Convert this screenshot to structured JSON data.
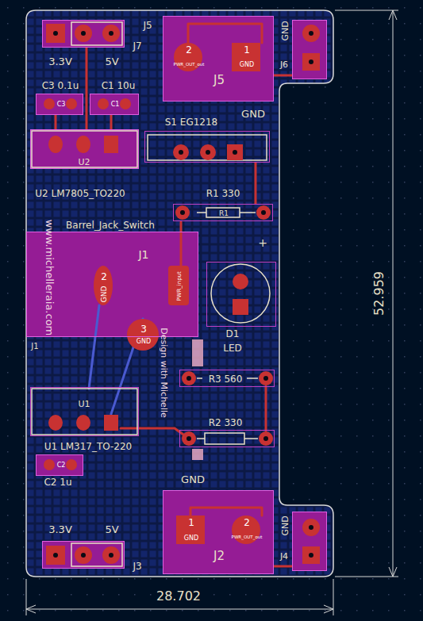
{
  "diagram": {
    "nodes": [
      {
        "text": [
          "J7",
          "3.3V",
          "5V"
        ]
      },
      {
        "text": [
          "J5",
          "2",
          "PWR_OUT_out",
          "1",
          "GND",
          "GND"
        ]
      },
      {
        "text": [
          "J6",
          "GND"
        ]
      },
      {
        "text": [
          "C3 0.1u",
          "C3"
        ]
      },
      {
        "text": [
          "C1 10u",
          "C1"
        ]
      },
      {
        "text": [
          "U2",
          "U2 LM7805_TO220"
        ]
      },
      {
        "text": [
          "S1 EG1218"
        ]
      },
      {
        "text": [
          "R1 330",
          "R1"
        ]
      },
      {
        "text": [
          "Barrel_Jack_Switch",
          "J1",
          "2",
          "GND",
          "PWR_input",
          "3",
          "GND",
          "J1"
        ]
      },
      {
        "text": [
          "+",
          "D1",
          "LED"
        ]
      },
      {
        "text": [
          "R3 560"
        ]
      },
      {
        "text": [
          "U1",
          "U1 LM317_TO-220"
        ]
      },
      {
        "text": [
          "R2 330"
        ]
      },
      {
        "text": [
          "C2 1u",
          "C2"
        ]
      },
      {
        "text": [
          "GND",
          "J2",
          "1",
          "GND",
          "2",
          "PWR_OUT_out"
        ]
      },
      {
        "text": [
          "J3",
          "3.3V",
          "5V"
        ]
      },
      {
        "text": [
          "J4",
          "GND"
        ]
      }
    ],
    "edges": [
      {
        "from": 0,
        "to": 5,
        "arrow": "none"
      },
      {
        "from": 5,
        "to": 3,
        "arrow": "none"
      },
      {
        "from": 5,
        "to": 4,
        "arrow": "none"
      },
      {
        "from": 6,
        "to": 7,
        "arrow": "none"
      },
      {
        "from": 1,
        "to": 2,
        "arrow": "none"
      },
      {
        "from": 14,
        "to": 16,
        "arrow": "none"
      }
    ],
    "labels": [
      "J5",
      "52.959",
      "28.702",
      "www.michelleraia.com",
      "Design with Michelle"
    ]
  }
}
